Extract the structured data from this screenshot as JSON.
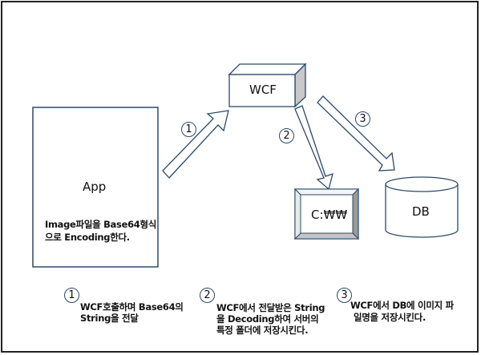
{
  "nodes": {
    "app": {
      "title": "App",
      "description_line1": "Image파일을 Base64형식",
      "description_line2": "으로 Encoding한다."
    },
    "wcf": {
      "title": "WCF"
    },
    "folder": {
      "title": "C:₩₩"
    },
    "db": {
      "title": "DB"
    }
  },
  "arrows": [
    {
      "number": "1",
      "from": "App",
      "to": "WCF"
    },
    {
      "number": "2",
      "from": "WCF",
      "to": "C:₩₩"
    },
    {
      "number": "3",
      "from": "WCF",
      "to": "DB"
    }
  ],
  "steps": [
    {
      "number": "1",
      "lines": [
        "WCF호출하며 Base64의",
        "String을 전달"
      ]
    },
    {
      "number": "2",
      "lines": [
        "WCF에서 전달받은 String",
        "을 Decoding하여 서버의",
        "특정 폴더에 저장시킨다."
      ]
    },
    {
      "number": "3",
      "lines": [
        "WCF에서 DB에 이미지 파",
        "일명을 저장시킨다."
      ]
    }
  ],
  "colors": {
    "stroke": "#2a4a6a",
    "shade": "#c8c8c8",
    "frame": "#222222"
  }
}
